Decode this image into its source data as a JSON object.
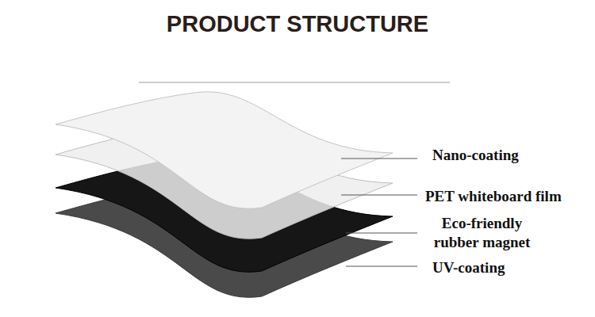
{
  "diagram": {
    "title": "PRODUCT STRUCTURE",
    "labels": [
      "Nano-coating",
      "PET whiteboard film",
      "Eco-friendly rubber magnet",
      "UV-coating"
    ]
  }
}
